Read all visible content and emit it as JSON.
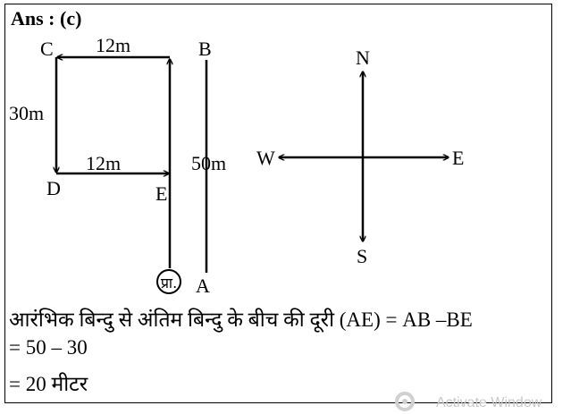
{
  "heading": "Ans : (c)",
  "diagram": {
    "points": {
      "A": "A",
      "B": "B",
      "C": "C",
      "D": "D",
      "E": "E"
    },
    "start_mark": "प्रा.",
    "distances": {
      "CB": "12m",
      "CD": "30m",
      "DE": "12m",
      "AB": "50m"
    },
    "compass": {
      "north": "N",
      "south": "S",
      "east": "E",
      "west": "W"
    }
  },
  "solution": {
    "line1": "आरंभिक बिन्दु से अंतिम बिन्दु के बीच की दूरी (AE) = AB –BE",
    "line2": "= 50 – 30",
    "line3": "= 20 मीटर"
  },
  "watermark": {
    "text": "Activate Window"
  }
}
